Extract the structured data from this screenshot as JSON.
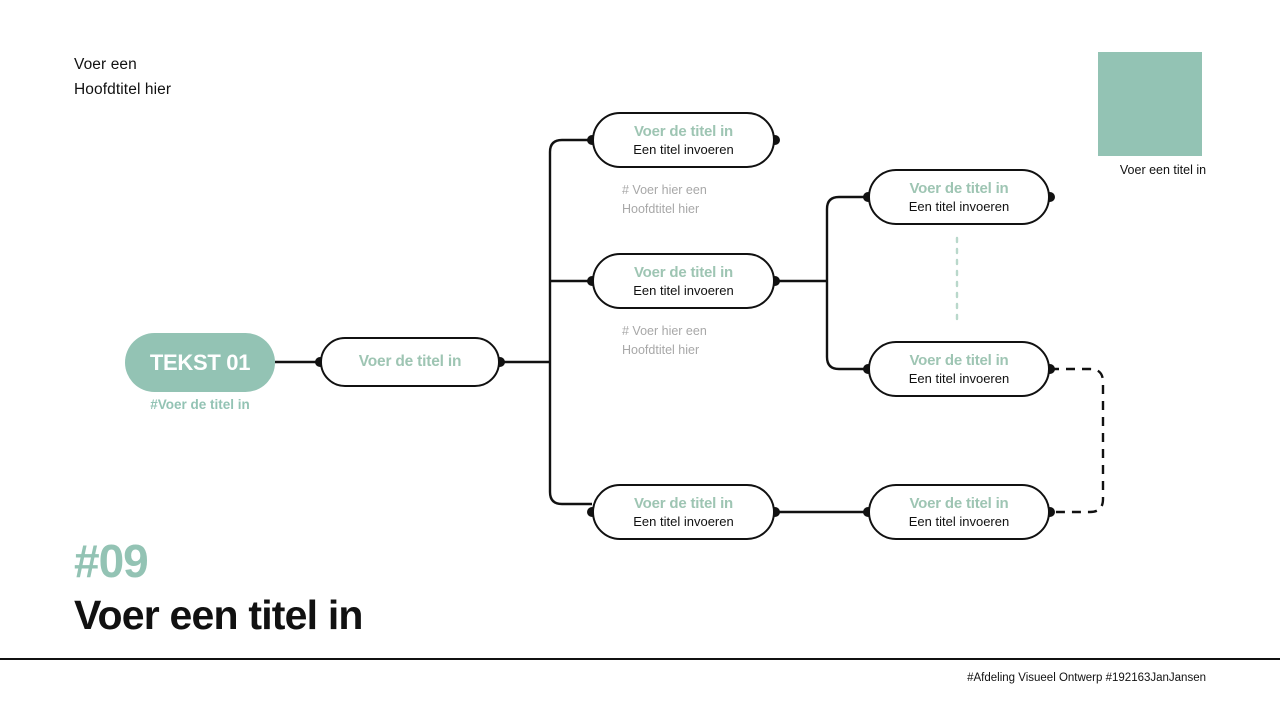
{
  "header": {
    "title": "Voer een\nHoofdtitel hier"
  },
  "swatch": {
    "caption": "Voer een titel in",
    "color": "#93c3b4"
  },
  "slide": {
    "number": "#09",
    "title": "Voer een titel in"
  },
  "footer": {
    "text": "#Afdeling Visueel Ontwerp #192163JanJansen"
  },
  "diagram": {
    "start": {
      "label": "TEKST 01",
      "caption": "#Voer de titel in"
    },
    "root": {
      "title": "Voer de titel in"
    },
    "branch_nodes": [
      {
        "title": "Voer de titel in",
        "subtitle": "Een titel invoeren"
      },
      {
        "title": "Voer de titel in",
        "subtitle": "Een titel invoeren"
      },
      {
        "title": "Voer de titel in",
        "subtitle": "Een titel invoeren"
      }
    ],
    "branch_captions": [
      "# Voer hier een\nHoofdtitel hier",
      "# Voer hier een\nHoofdtitel hier"
    ],
    "leaf_nodes": [
      {
        "title": "Voer de titel in",
        "subtitle": "Een titel invoeren"
      },
      {
        "title": "Voer de titel in",
        "subtitle": "Een titel invoeren"
      },
      {
        "title": "Voer de titel in",
        "subtitle": "Een titel invoeren"
      }
    ],
    "colors": {
      "accent": "#93c3b4",
      "node_title": "#9ec5b3",
      "line": "#111111",
      "dotted": "#b9d8cb",
      "caption": "#a8a8a8"
    }
  }
}
